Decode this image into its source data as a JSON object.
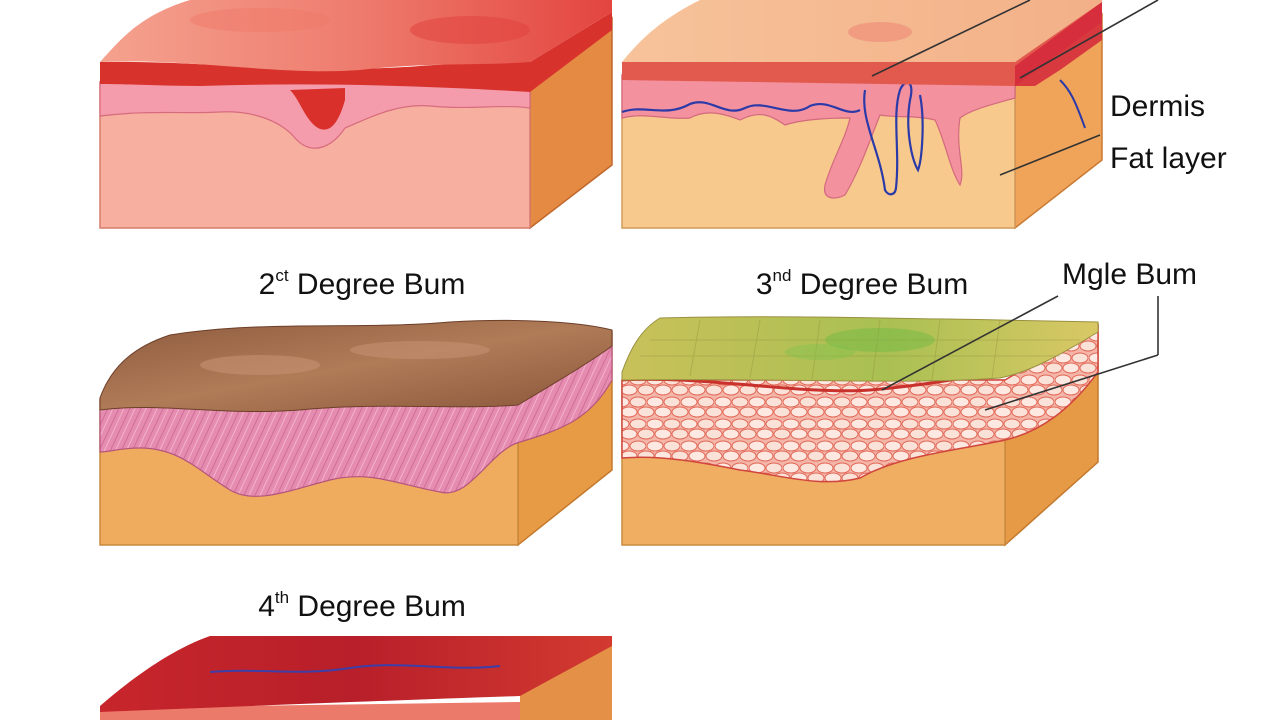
{
  "panels": [
    {
      "id": "burn-a",
      "caption_lead": "",
      "caption_sup": "",
      "caption_rest": ""
    },
    {
      "id": "burn-b",
      "caption_lead": "",
      "caption_sup": "",
      "caption_rest": ""
    },
    {
      "id": "burn-c",
      "caption_lead": "2",
      "caption_sup": "ct",
      "caption_rest": " Degree Bum"
    },
    {
      "id": "burn-d",
      "caption_lead": "3",
      "caption_sup": "nd",
      "caption_rest": " Degree Bum"
    },
    {
      "id": "burn-e",
      "caption_lead": "4",
      "caption_sup": "th",
      "caption_rest": " Degree Bum"
    }
  ],
  "labels": {
    "dermis": "Dermis",
    "fat_layer": "Fat layer",
    "muscle_burn": "Mgle Bum"
  },
  "colors": {
    "epidermis_red": "#d6312c",
    "dermis_pink": "#f2a0a6",
    "fat_orange": "#f0b36a",
    "side_orange": "#e0883a",
    "char_brown": "#a0684a",
    "muscle_pink": "#d97aa0",
    "charred_yellow": "#d9c85a",
    "deep_red": "#b5202a",
    "vessel_blue": "#2b3aa8"
  }
}
